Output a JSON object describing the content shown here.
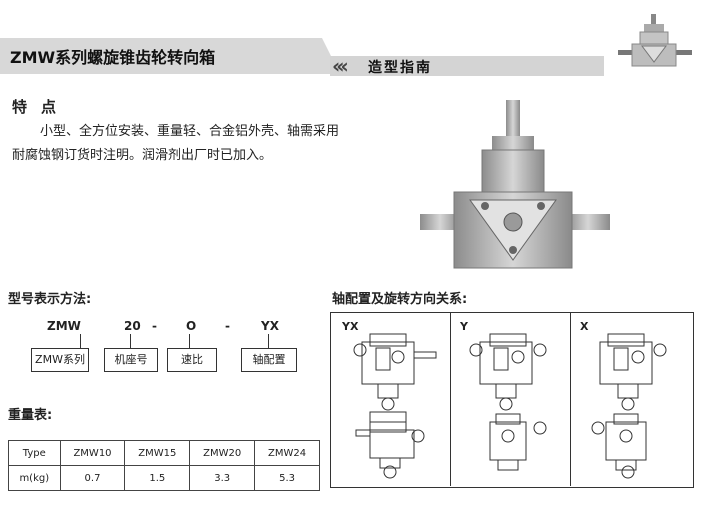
{
  "header": {
    "title": "ZMW系列螺旋锥齿轮转向箱",
    "chevrons": "‹‹‹",
    "subtitle": "造型指南"
  },
  "features": {
    "heading": "特点",
    "text": "小型、全方位安装、重量轻、合金铝外壳、轴需采用耐腐蚀钢订货时注明。润滑剂出厂时已加入。"
  },
  "model_code": {
    "heading": "型号表示方法:",
    "parts": [
      "ZMW",
      "20",
      "-",
      "O",
      "-",
      "YX"
    ],
    "boxes": [
      "ZMW系列",
      "机座号",
      "速比",
      "轴配置"
    ]
  },
  "weight": {
    "heading": "重量表:",
    "header_row": [
      "Type",
      "ZMW10",
      "ZMW15",
      "ZMW20",
      "ZMW24"
    ],
    "data_row": [
      "m(kg)",
      "0.7",
      "1.5",
      "3.3",
      "5.3"
    ]
  },
  "configs": {
    "heading": "轴配置及旋转方向关系:",
    "labels": [
      "YX",
      "Y",
      "X"
    ]
  },
  "colors": {
    "header_gray": "#d8d8d8",
    "metal": "#b9b9b9"
  }
}
